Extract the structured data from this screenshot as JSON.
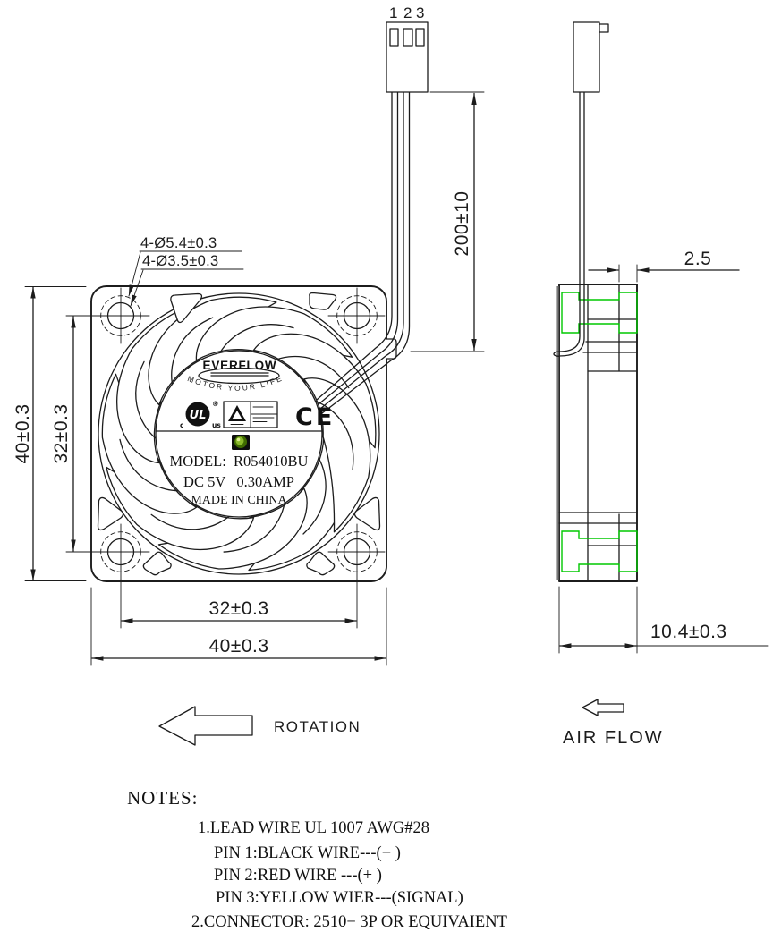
{
  "connector": {
    "pins": [
      "1",
      "2",
      "3"
    ]
  },
  "dims": {
    "lead_length": "200±10",
    "flange": "2.5",
    "height_outer": "40±0.3",
    "height_inner": "32±0.3",
    "width_inner": "32±0.3",
    "width_outer": "40±0.3",
    "depth": "10.4±0.3",
    "callout_outer": "4-Ø5.4±0.3",
    "callout_inner": "4-Ø3.5±0.3"
  },
  "hub": {
    "brand": "EVERFLOW",
    "slogan": "MOTOR YOUR LIFE",
    "model": "MODEL:  R054010BU",
    "rating": "DC 5V   0.30AMP",
    "origin": "MADE IN CHINA",
    "ce": "CE",
    "ul": "UL",
    "ul_r": "®",
    "ul_c": "c",
    "ul_us": "us"
  },
  "symbols": {
    "rotation": "ROTATION",
    "airflow": "AIR FLOW"
  },
  "notes": {
    "title": "NOTES:",
    "lines": [
      "1.LEAD WIRE UL 1007 AWG#28",
      "PIN 1:BLACK WIRE---(− )",
      "PIN 2:RED WIRE ---(+ )",
      "PIN 3:YELLOW WIER---(SIGNAL)",
      "2.CONNECTOR: 2510− 3P OR EQUIVAIENT"
    ]
  },
  "colors": {
    "line": "#1c1c1c",
    "hidden_line_green": "#00c800",
    "led_green": "#8ab92a"
  }
}
